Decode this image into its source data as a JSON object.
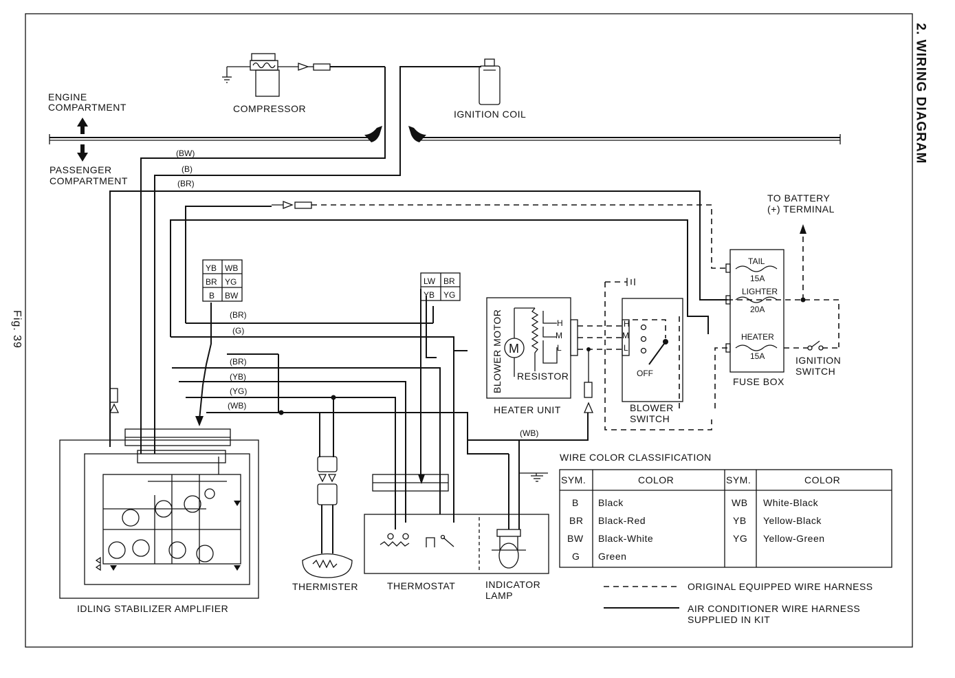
{
  "page": {
    "section_title": "2.  WIRING DIAGRAM",
    "figure_label": "Fig.  39"
  },
  "regions": {
    "engine": [
      "ENGINE",
      "COMPARTMENT"
    ],
    "passenger": [
      "PASSENGER",
      "COMPARTMENT"
    ]
  },
  "components": {
    "compressor": "COMPRESSOR",
    "ignition_coil": "IGNITION COIL",
    "battery": [
      "TO BATTERY",
      "(+) TERMINAL"
    ],
    "blower_motor": "BLOWER MOTOR",
    "motor_symbol": "M",
    "resistor": "RESISTOR",
    "heater_unit": "HEATER UNIT",
    "blower_switch": [
      "BLOWER",
      "SWITCH"
    ],
    "switch_positions": [
      "H",
      "M",
      "L",
      "OFF"
    ],
    "fuse_box": "FUSE BOX",
    "fuses": [
      {
        "name": "TAIL",
        "rating": "15A"
      },
      {
        "name": "LIGHTER",
        "rating": "20A"
      },
      {
        "name": "HEATER",
        "rating": "15A"
      }
    ],
    "ignition_switch": [
      "IGNITION",
      "SWITCH"
    ],
    "amplifier": "IDLING STABILIZER AMPLIFIER",
    "thermister": "THERMISTER",
    "thermostat": "THERMOSTAT",
    "indicator_lamp": [
      "INDICATOR",
      "LAMP"
    ]
  },
  "connector_left": [
    "YB",
    "WB",
    "BR",
    "YG",
    "B",
    "BW"
  ],
  "connector_right": [
    "LW",
    "BR",
    "YB",
    "YG"
  ],
  "wire_tags": {
    "bw": "(BW)",
    "b": "(B)",
    "br_top": "(BR)",
    "br_mid": "(BR)",
    "g": "(G)",
    "br_low": "(BR)",
    "yb": "(YB)",
    "yg": "(YG)",
    "wb": "(WB)",
    "wb_blower": "(WB)"
  },
  "wire_color_table": {
    "title": "WIRE COLOR CLASSIFICATION",
    "headers": [
      "SYM.",
      "COLOR",
      "SYM.",
      "COLOR"
    ],
    "left": [
      [
        "B",
        "Black"
      ],
      [
        "BR",
        "Black-Red"
      ],
      [
        "BW",
        "Black-White"
      ],
      [
        "G",
        "Green"
      ]
    ],
    "right": [
      [
        "WB",
        "White-Black"
      ],
      [
        "YB",
        "Yellow-Black"
      ],
      [
        "YG",
        "Yellow-Green"
      ]
    ]
  },
  "legend": {
    "original": "ORIGINAL EQUIPPED WIRE HARNESS",
    "ac": [
      "AIR CONDITIONER WIRE HARNESS",
      "SUPPLIED IN KIT"
    ]
  }
}
